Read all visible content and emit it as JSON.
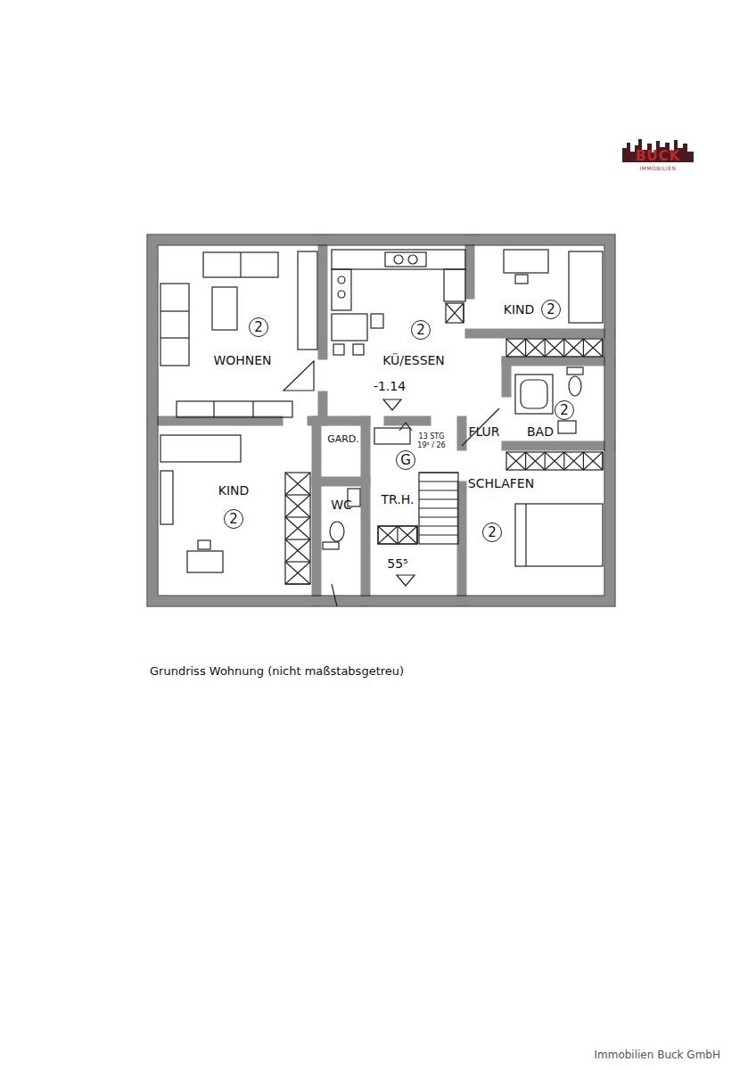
{
  "diagram": {
    "caption": "Grundriss Wohnung (nicht maßstabsgetreu)",
    "nodes": [
      {
        "text": [
          "WOHNEN",
          "2"
        ]
      },
      {
        "text": [
          "KÜ/ESSEN",
          "2"
        ]
      },
      {
        "text": [
          "KIND",
          "2"
        ]
      },
      {
        "text": [
          "FLUR"
        ]
      },
      {
        "text": [
          "2",
          "BAD"
        ]
      },
      {
        "text": [
          "GARD."
        ]
      },
      {
        "text": [
          "TR.H."
        ]
      },
      {
        "text": [
          "G"
        ],
        "in": 6
      },
      {
        "text": [
          "KIND",
          "2"
        ]
      },
      {
        "text": [
          "WC"
        ]
      },
      {
        "text": [
          "SCHLAFEN",
          "2"
        ]
      }
    ],
    "labels": [
      "BUCK",
      "IMMOBILIEN",
      "-1.14",
      "13 STG",
      "19⁵ / 26",
      "55⁵",
      "Immobilien Buck GmbH"
    ]
  }
}
